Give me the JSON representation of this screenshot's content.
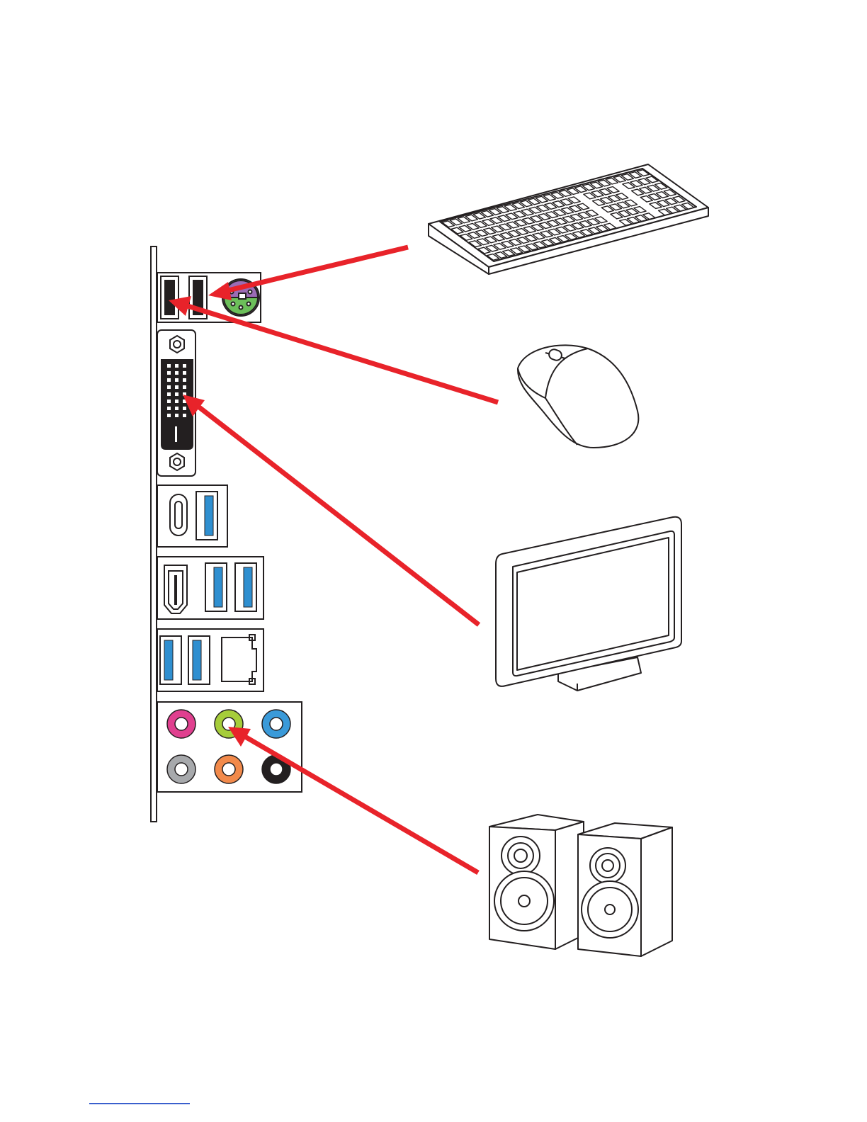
{
  "colors": {
    "arrow": "#e8232a",
    "outline": "#231f20",
    "usb3_blue": "#2f8fd0",
    "ps2_green": "#6cbf5a",
    "ps2_purple": "#9b6cb5",
    "audio_pink": "#e0408f",
    "audio_lime": "#a6cd3a",
    "audio_blue": "#3a9ad9",
    "audio_gray": "#a7a9ac",
    "audio_orange": "#f28a4b",
    "audio_black": "#231f20",
    "footer_rule": "#3a5fcd"
  },
  "panel": {
    "ports": [
      {
        "name": "usb2-port",
        "icon": "usb-a-icon"
      },
      {
        "name": "usb2-port",
        "icon": "usb-a-icon"
      },
      {
        "name": "ps2-combo-port",
        "icon": "ps2-icon"
      },
      {
        "name": "dvi-port",
        "icon": "dvi-icon"
      },
      {
        "name": "usb-type-c-port",
        "icon": "usb-c-icon"
      },
      {
        "name": "usb3-port",
        "icon": "usb-a-icon"
      },
      {
        "name": "hdmi-port",
        "icon": "hdmi-icon"
      },
      {
        "name": "lan-port",
        "icon": "rj45-icon"
      },
      {
        "name": "audio-jacks",
        "icon": "audio-jack-icon"
      }
    ]
  },
  "devices": [
    {
      "name": "keyboard",
      "icon": "keyboard-icon"
    },
    {
      "name": "mouse",
      "icon": "mouse-icon"
    },
    {
      "name": "monitor",
      "icon": "monitor-icon"
    },
    {
      "name": "speakers",
      "icon": "speakers-icon"
    }
  ]
}
